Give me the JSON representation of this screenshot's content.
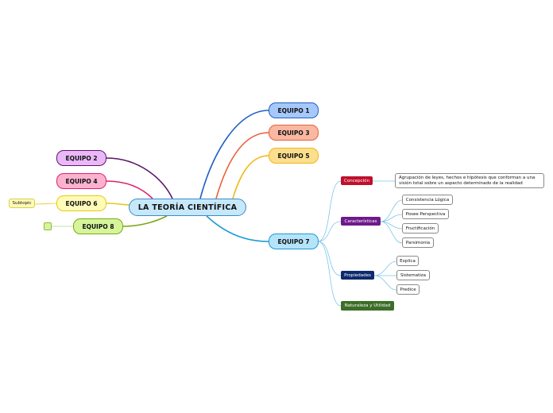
{
  "central": {
    "label": "LA TEORÍA CIENTÍFICA"
  },
  "teams": {
    "e1": "EQUIPO 1",
    "e3": "EQUIPO 3",
    "e5": "EQUIPO 5",
    "e7": "EQUIPO 7",
    "e2": "EQUIPO 2",
    "e4": "EQUIPO 4",
    "e6": "EQUIPO 6",
    "e8": "EQUIPO 8"
  },
  "equipo6_subtopic": "Subtopic",
  "equipo7": {
    "concepcion": {
      "label": "Concepción",
      "detail_line1": "Agrupación de leyes, hechos e hipótesis que conforman a una",
      "detail_line2": "visión total sobre un aspecto determinado de la realidad"
    },
    "caracteristicas": {
      "label": "Características",
      "items": [
        "Consistencia Lógica",
        "Posee Perspectiva",
        "Fructificación",
        "Parsimonia"
      ]
    },
    "propiedades": {
      "label": "Propiedades",
      "items": [
        "Explica",
        "Sistematiza",
        "Predice"
      ]
    },
    "naturaleza": {
      "label": "Naturaleza y Utilidad"
    }
  },
  "colors": {
    "e1": "#1f5fc4",
    "e3": "#e8603a",
    "e5": "#f0b818",
    "e7": "#1e9ad6",
    "e2": "#5a1468",
    "e4": "#e0206a",
    "e6": "#e8c81a",
    "e8": "#7aa814",
    "concepcion": "#c0102c",
    "caracteristicas": "#6e1a8a",
    "propiedades": "#0e2a6e",
    "naturaleza": "#3c6e28",
    "thin": "#7ec6ea"
  }
}
